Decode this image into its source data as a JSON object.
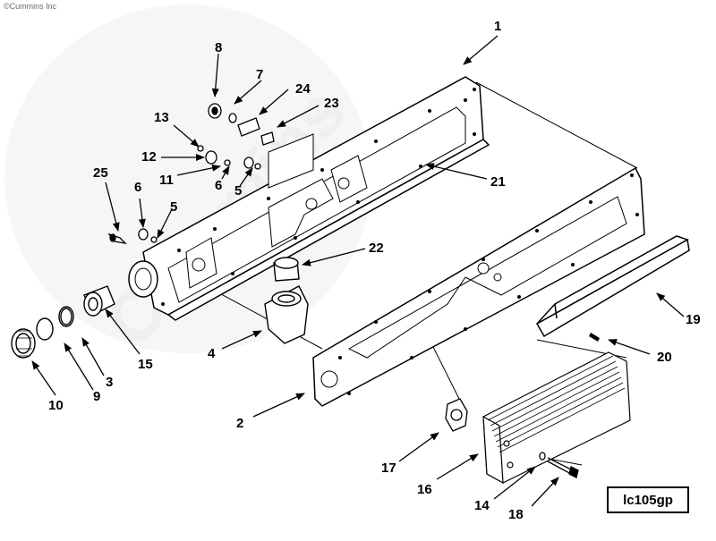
{
  "copyright": "©Cummins Inc",
  "watermark": "Cummins",
  "drawing_code": "lc105gp",
  "colors": {
    "line": "#000000",
    "paper": "#ffffff",
    "watermark": "#efefef"
  },
  "callouts": [
    {
      "id": "c1",
      "label": "1"
    },
    {
      "id": "c2",
      "label": "2"
    },
    {
      "id": "c3",
      "label": "3"
    },
    {
      "id": "c4",
      "label": "4"
    },
    {
      "id": "c5a",
      "label": "5"
    },
    {
      "id": "c5b",
      "label": "5"
    },
    {
      "id": "c6a",
      "label": "6"
    },
    {
      "id": "c6b",
      "label": "6"
    },
    {
      "id": "c7",
      "label": "7"
    },
    {
      "id": "c8",
      "label": "8"
    },
    {
      "id": "c9",
      "label": "9"
    },
    {
      "id": "c10",
      "label": "10"
    },
    {
      "id": "c11",
      "label": "11"
    },
    {
      "id": "c12",
      "label": "12"
    },
    {
      "id": "c13",
      "label": "13"
    },
    {
      "id": "c14",
      "label": "14"
    },
    {
      "id": "c15",
      "label": "15"
    },
    {
      "id": "c16",
      "label": "16"
    },
    {
      "id": "c17",
      "label": "17"
    },
    {
      "id": "c18",
      "label": "18"
    },
    {
      "id": "c19",
      "label": "19"
    },
    {
      "id": "c20",
      "label": "20"
    },
    {
      "id": "c21",
      "label": "21"
    },
    {
      "id": "c22",
      "label": "22"
    },
    {
      "id": "c23",
      "label": "23"
    },
    {
      "id": "c24",
      "label": "24"
    },
    {
      "id": "c25",
      "label": "25"
    }
  ]
}
